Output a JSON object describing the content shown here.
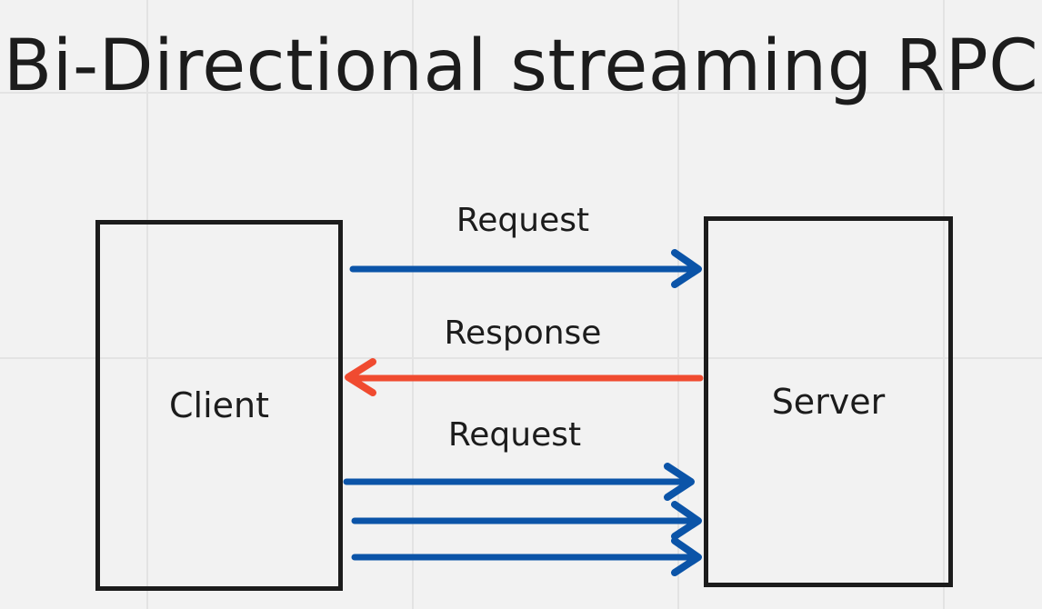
{
  "title": "Bi-Directional streaming RPC",
  "nodes": {
    "client": "Client",
    "server": "Server"
  },
  "edges": {
    "request_1": "Request",
    "response": "Response",
    "request_2": "Request"
  },
  "colors": {
    "request": "#0b54a8",
    "response": "#f04b30",
    "border": "#1c1c1c"
  }
}
